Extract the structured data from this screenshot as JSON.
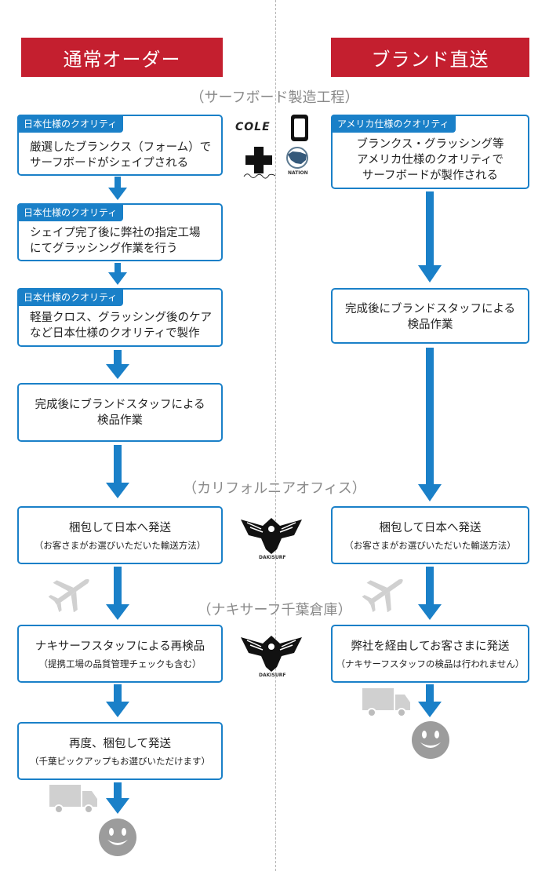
{
  "headers": {
    "left": "通常オーダー",
    "right": "ブランド直送"
  },
  "sections": {
    "manufacturing": "（サーフボード製造工程）",
    "california": "（カリフォルニアオフィス）",
    "chiba": "（ナキサーフ千葉倉庫）"
  },
  "left_flow": {
    "step1": {
      "tag": "日本仕様のクオリティ",
      "line1": "厳選したブランクス（フォーム）で",
      "line2": "サーフボードがシェイプされる"
    },
    "step2": {
      "tag": "日本仕様のクオリティ",
      "line1": "シェイプ完了後に弊社の指定工場",
      "line2": "にてグラッシング作業を行う"
    },
    "step3": {
      "tag": "日本仕様のクオリティ",
      "line1": "軽量クロス、グラッシング後のケア",
      "line2": "など日本仕様のクオリティで製作"
    },
    "step4": {
      "line1": "完成後にブランドスタッフによる",
      "line2": "検品作業"
    },
    "step5": {
      "line1": "梱包して日本へ発送",
      "sub": "（お客さまがお選びいただいた輸送方法）"
    },
    "step6": {
      "line1": "ナキサーフスタッフによる再検品",
      "sub": "（提携工場の品質管理チェックも含む）"
    },
    "step7": {
      "line1": "再度、梱包して発送",
      "sub": "（千葉ピックアップもお選びいただけます）"
    }
  },
  "right_flow": {
    "step1": {
      "tag": "アメリカ仕様のクオリティ",
      "line1": "ブランクス・グラッシング等",
      "line2": "アメリカ仕様のクオリティで",
      "line3": "サーフボードが製作される"
    },
    "step2": {
      "line1": "完成後にブランドスタッフによる",
      "line2": "検品作業"
    },
    "step3": {
      "line1": "梱包して日本へ発送",
      "sub": "（お客さまがお選びいただいた輸送方法）"
    },
    "step4": {
      "line1": "弊社を経由してお客さまに発送",
      "sub": "（ナキサーフスタッフの検品は行われません）"
    }
  },
  "logos": {
    "cole": "COLE",
    "nation": "NATION",
    "dakisurf": "DAKISURF"
  }
}
